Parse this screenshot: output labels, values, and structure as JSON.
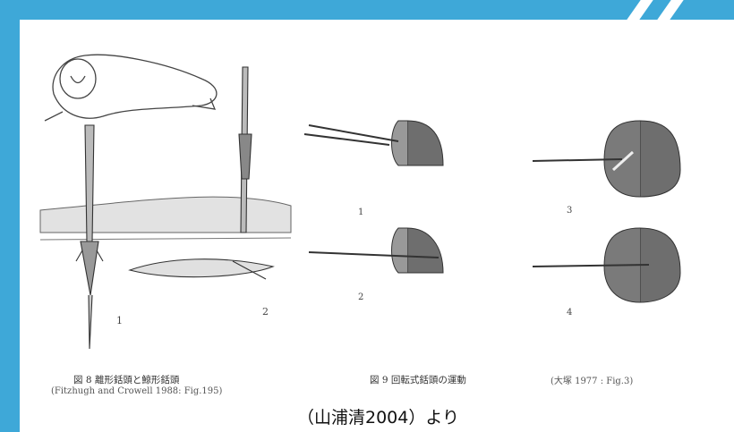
{
  "figure8": {
    "caption": "図 8  離形銛頭と鯨形銛頭",
    "source": "(Fitzhugh and Crowell 1988: Fig.195)",
    "panel_labels": [
      "1",
      "2"
    ]
  },
  "figure9": {
    "caption": "図 9  回転式銛頭の運動",
    "source": "(大塚 1977 : Fig.3)",
    "panel_labels": [
      "1",
      "2",
      "3",
      "4"
    ]
  },
  "credit": "（山浦清2004）より",
  "colors": {
    "frame": "#3ea8d8",
    "ink": "#444444"
  }
}
